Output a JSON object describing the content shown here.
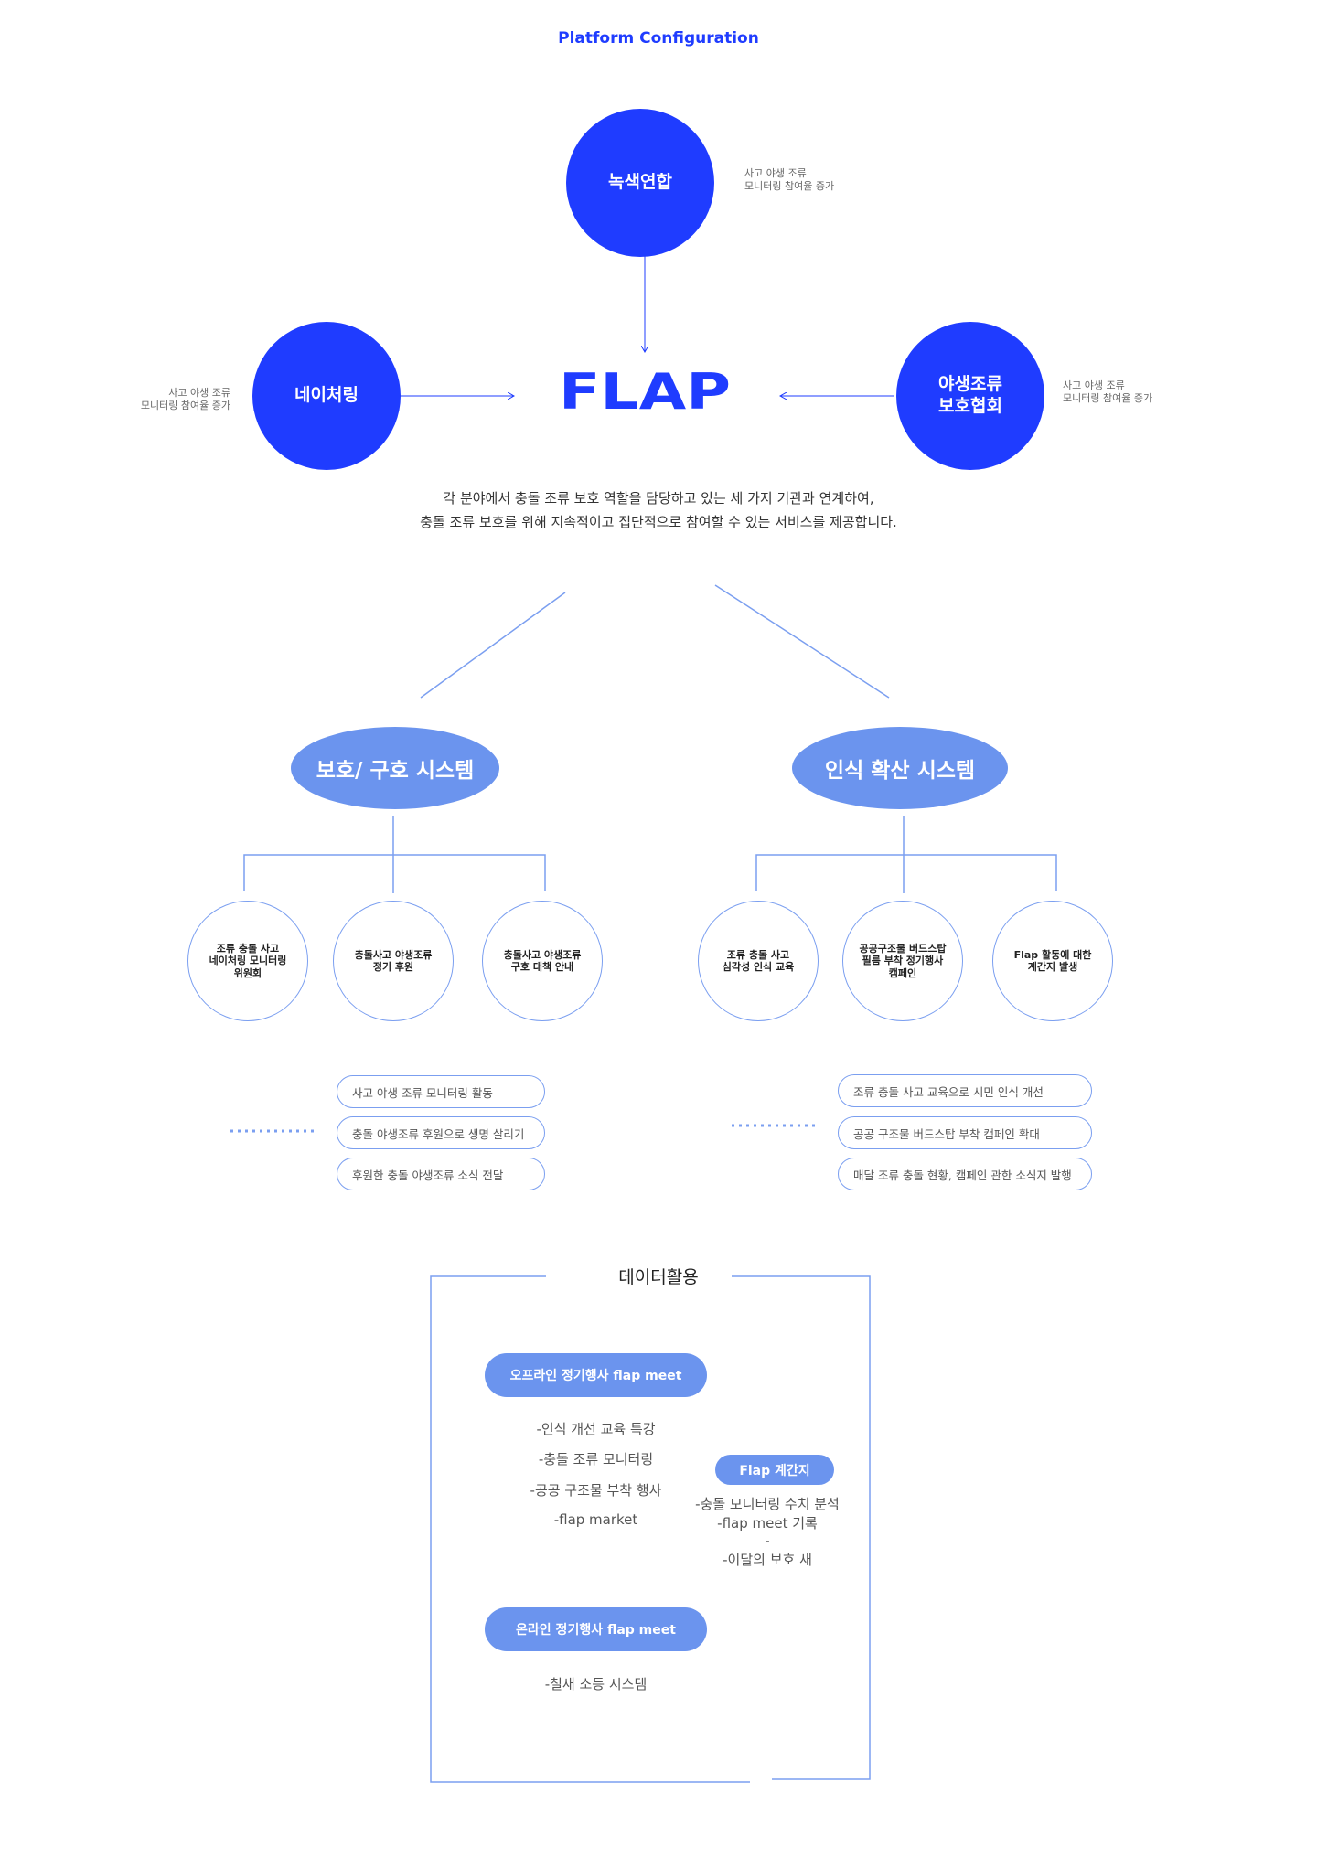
{
  "page_title": "Platform Configuration",
  "organizations": {
    "top": {
      "name": "녹색연합",
      "note": "사고 야생 조류\n모니터링 참여율 증가"
    },
    "left": {
      "name": "네이처링",
      "note": "사고 야생 조류\n모니터링 참여율 증가"
    },
    "right": {
      "name": "야생조류\n보호협회",
      "note": "사고 야생 조류\n모니터링 참여율 증가"
    }
  },
  "center_logo": "FLAP",
  "description": {
    "line1": "각 분야에서 충돌 조류 보호 역할을 담당하고 있는 세 가지 기관과 연계하여,",
    "line2": "충돌 조류 보호를 위해 지속적이고 집단적으로 참여할 수 있는 서비스를 제공합니다."
  },
  "systems": [
    {
      "title": "보호/ 구호 시스템",
      "subs": [
        "조류 충돌 사고\n네이처링 모니터링\n위원회",
        "충돌사고 야생조류\n정기 후원",
        "충돌사고 야생조류\n구호 대책 안내"
      ],
      "activities": [
        "사고 야생 조류 모니터링 활동",
        "충돌 야생조류 후원으로 생명 살리기",
        "후원한 충돌 야생조류 소식 전달"
      ]
    },
    {
      "title": "인식 확산 시스템",
      "subs": [
        "조류 충돌 사고\n심각성 인식 교육",
        "공공구조물 버드스탑\n필름 부착 정기행사\n캠페인",
        "Flap 활동에 대한\n계간지 발생"
      ],
      "activities": [
        "조류 충돌 사고 교육으로 시민 인식 개선",
        "공공 구조물 버드스탑 부착 캠페인 확대",
        "매달 조류 충돌 현황, 캠페인 관한 소식지 발행"
      ]
    }
  ],
  "data_section": {
    "title": "데이터활용",
    "offline": {
      "label": "오프라인 정기행사 flap meet",
      "items": [
        "-인식 개선 교육 특강",
        "-충돌 조류 모니터링",
        "-공공 구조물 부착 행사",
        "-flap market"
      ]
    },
    "quarterly": {
      "label": "Flap 계간지",
      "items": [
        "-충돌 모니터링 수치 분석",
        "-flap meet 기록",
        "-",
        "-이달의 보호 새"
      ]
    },
    "online": {
      "label": "온라인 정기행사 flap meet",
      "items": [
        "-철새 소등 시스템"
      ]
    }
  },
  "colors": {
    "primary": "#1f3cff",
    "secondary": "#6b94ee",
    "outline": "#7b9ff0"
  }
}
